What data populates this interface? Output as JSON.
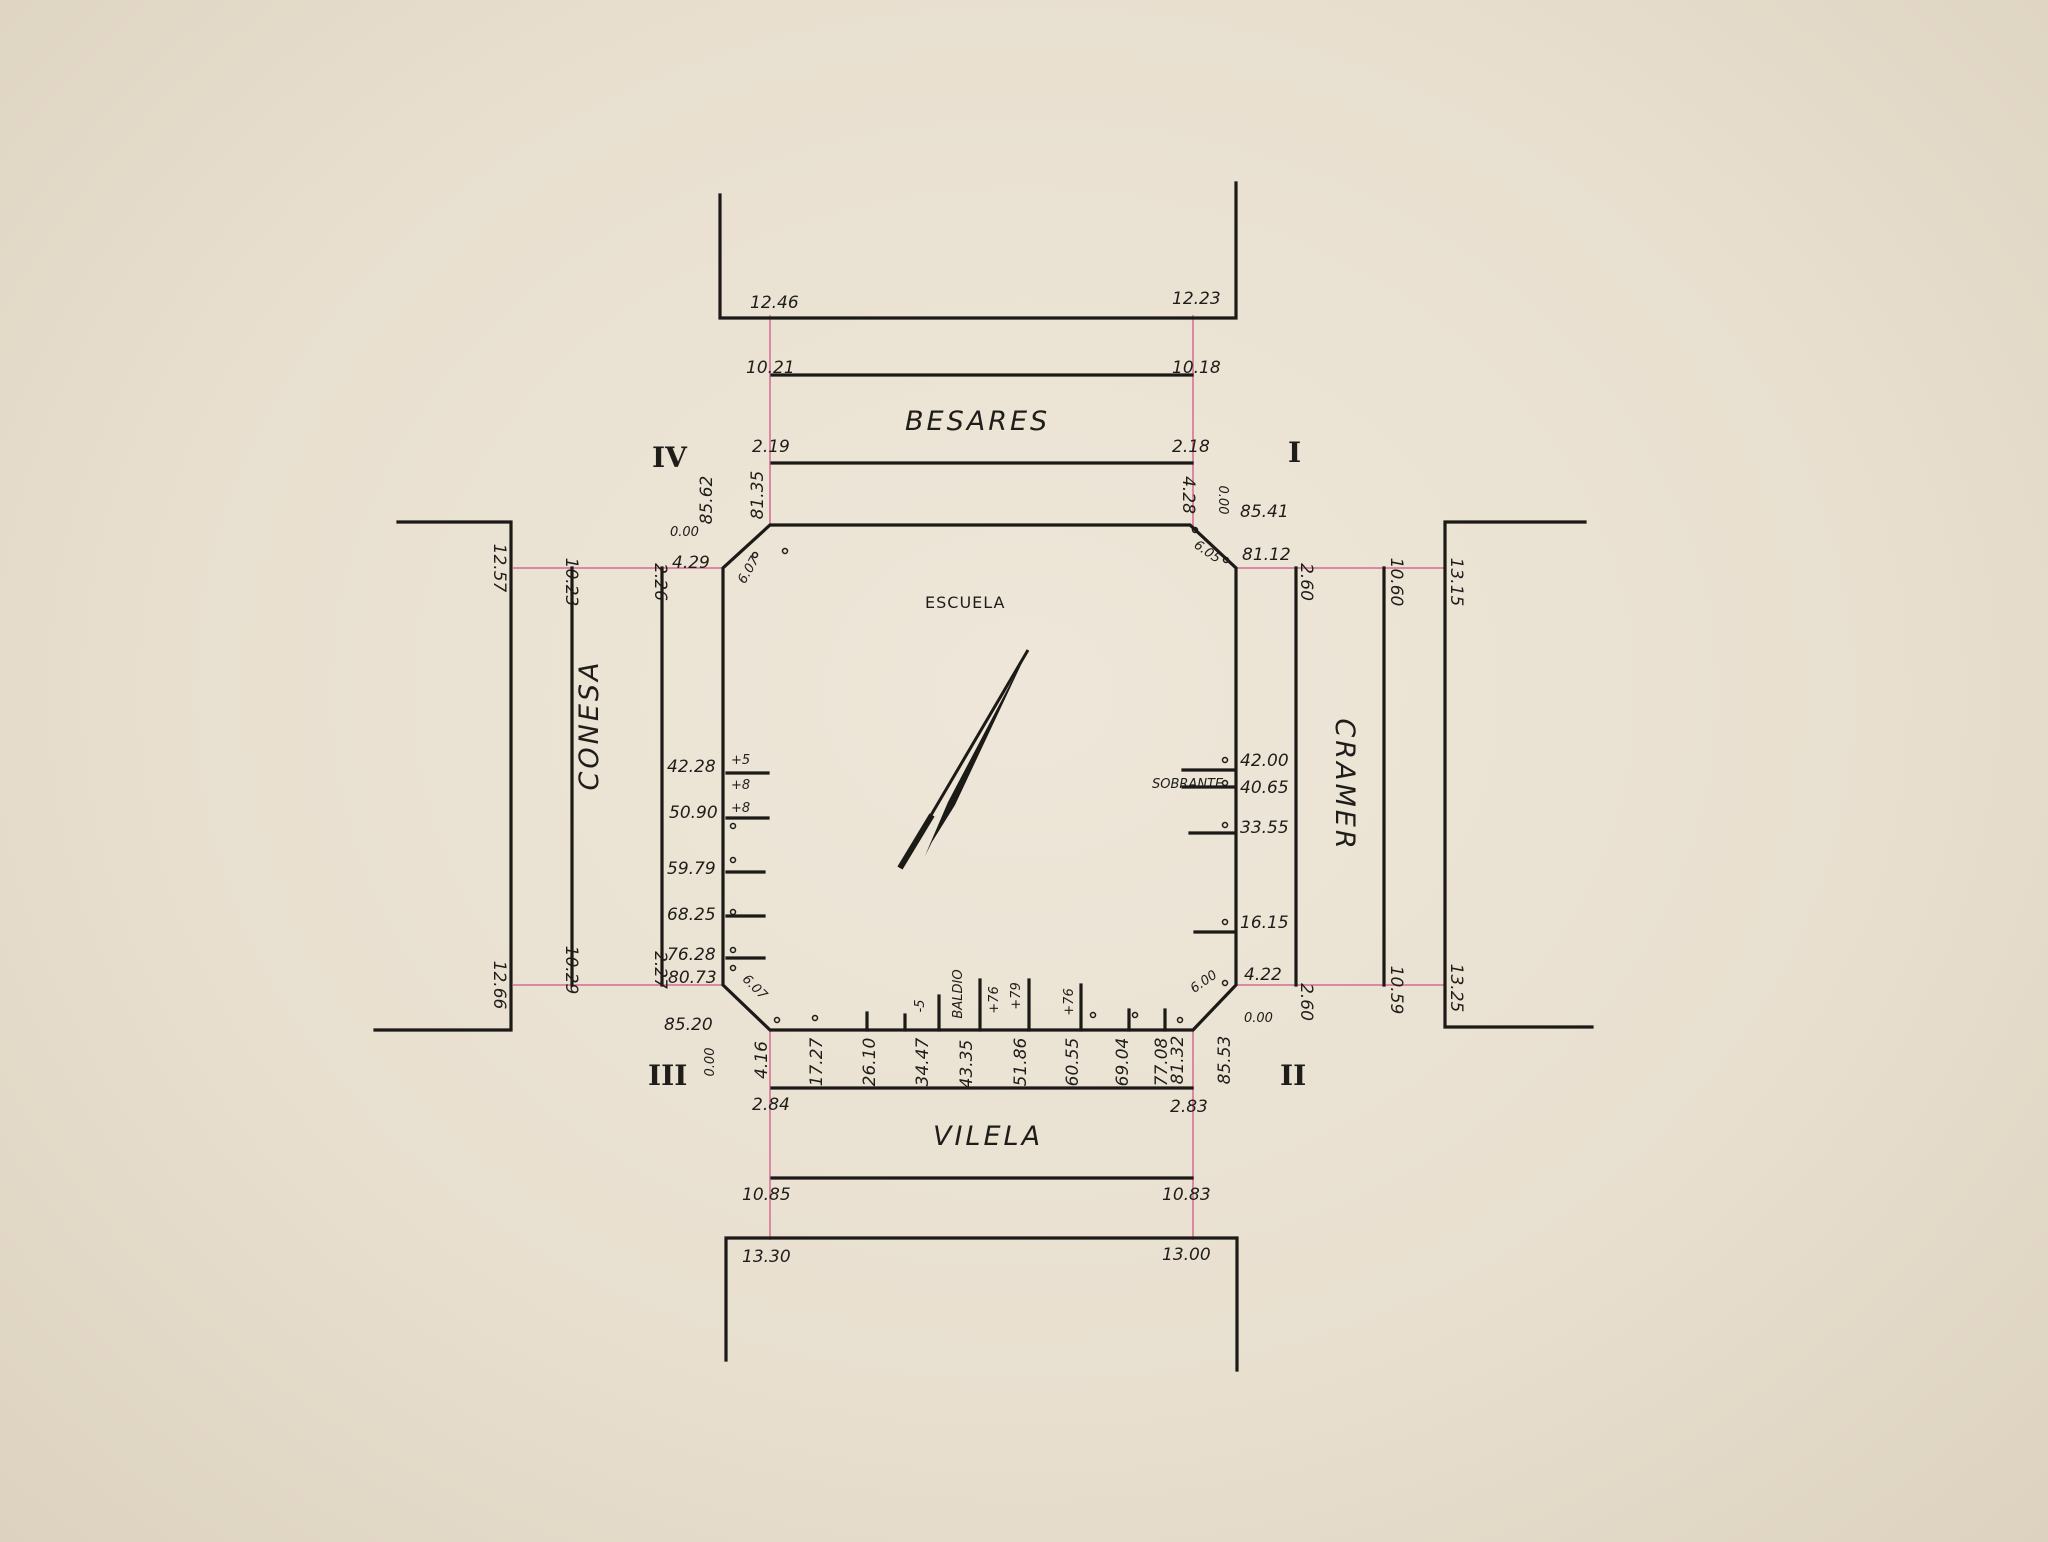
{
  "streets": {
    "north": "BESARES",
    "south": "VILELA",
    "west": "CONESA",
    "east": "CRAMER"
  },
  "block_label": "ESCUELA",
  "quadrants": {
    "ne": "I",
    "se": "II",
    "sw": "III",
    "nw": "IV"
  },
  "north_street": {
    "outer_left": "12.46",
    "outer_right": "12.23",
    "curb_left": "10.21",
    "curb_right": "10.18",
    "walk_left": "2.19",
    "walk_right": "2.18"
  },
  "south_street": {
    "walk_left": "2.84",
    "walk_right": "2.83",
    "curb_left": "10.85",
    "curb_right": "10.83",
    "outer_left": "13.30",
    "outer_right": "13.00"
  },
  "west_street": {
    "outer_top": "12.57",
    "outer_bottom": "12.66",
    "curb_top": "10.23",
    "curb_bottom": "10.29",
    "walk_top": "2.26",
    "walk_bottom": "2.27"
  },
  "east_street": {
    "walk_top": "2.60",
    "walk_bottom": "2.60",
    "curb_top": "10.60",
    "curb_bottom": "10.59",
    "outer_top": "13.15",
    "outer_bottom": "13.25"
  },
  "corners": {
    "nw": {
      "zero": "0.00",
      "side": "85.62",
      "top": "81.35",
      "left": "4.29",
      "chamfer": "6.07"
    },
    "ne": {
      "side": "4.28",
      "zero": "0.00",
      "right": "85.41",
      "right2": "81.12",
      "chamfer": "6.05"
    },
    "sw": {
      "a": "80.73",
      "b": "85.20",
      "zero": "0.00",
      "c": "4.16",
      "chamfer": "6.07"
    },
    "se": {
      "a": "81.32",
      "b": "85.53",
      "zero": "0.00",
      "c": "4.22",
      "chamfer": "6.00"
    }
  },
  "west_side_marks": [
    {
      "value": "42.28",
      "note": "+5"
    },
    {
      "value": "",
      "note": "+8"
    },
    {
      "value": "50.90",
      "note": "+8"
    },
    {
      "value": "59.79",
      "note": ""
    },
    {
      "value": "68.25",
      "note": ""
    },
    {
      "value": "76.28",
      "note": ""
    }
  ],
  "east_side_marks": [
    {
      "value": "42.00",
      "note": ""
    },
    {
      "value": "40.65",
      "note": "SOBRANTE"
    },
    {
      "value": "33.55",
      "note": ""
    },
    {
      "value": "16.15",
      "note": ""
    }
  ],
  "south_side_marks": [
    {
      "value": "17.27",
      "note": ""
    },
    {
      "value": "26.10",
      "note": ""
    },
    {
      "value": "34.47",
      "note": "-5"
    },
    {
      "value": "43.35",
      "note": "BALDIO"
    },
    {
      "value": "51.86",
      "note": "+76"
    },
    {
      "value": "60.55",
      "note": "+79"
    },
    {
      "value": "69.04",
      "note": "+76"
    },
    {
      "value": "77.08",
      "note": ""
    }
  ]
}
